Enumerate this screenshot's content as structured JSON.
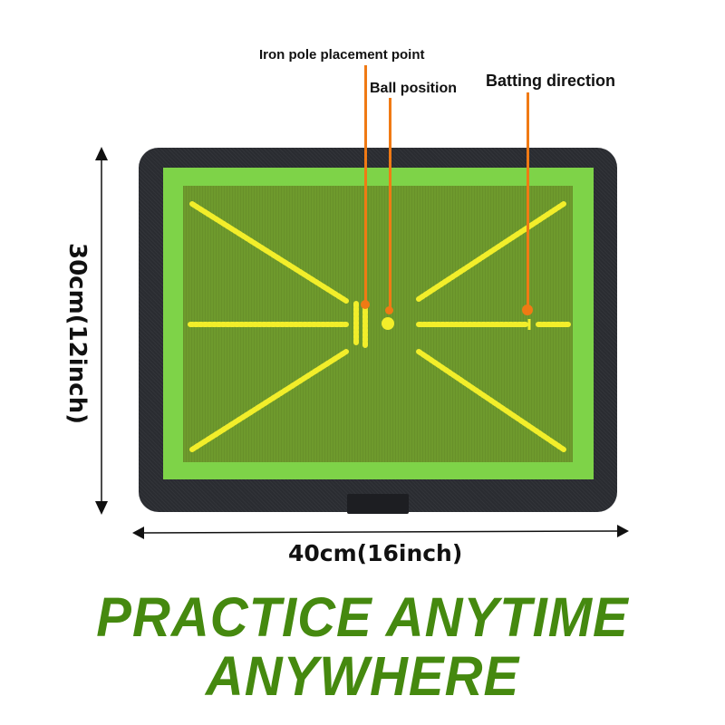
{
  "callouts": {
    "iron_pole": "Iron pole placement point",
    "ball_position": "Ball position",
    "batting_direction": "Batting direction"
  },
  "dimensions": {
    "height": "30cm(12inch)",
    "width": "40cm(16inch)"
  },
  "slogan": {
    "line1": "PRACTICE ANYTIME",
    "line2": "ANYWHERE"
  },
  "colors": {
    "leader": "#f07a14",
    "mat_border": "#2a2c31",
    "mat_light_green": "#7ed348",
    "mat_dark_green": "#6e9a2d",
    "marking_yellow": "#f2ee2a",
    "slogan_green": "#45890f"
  }
}
